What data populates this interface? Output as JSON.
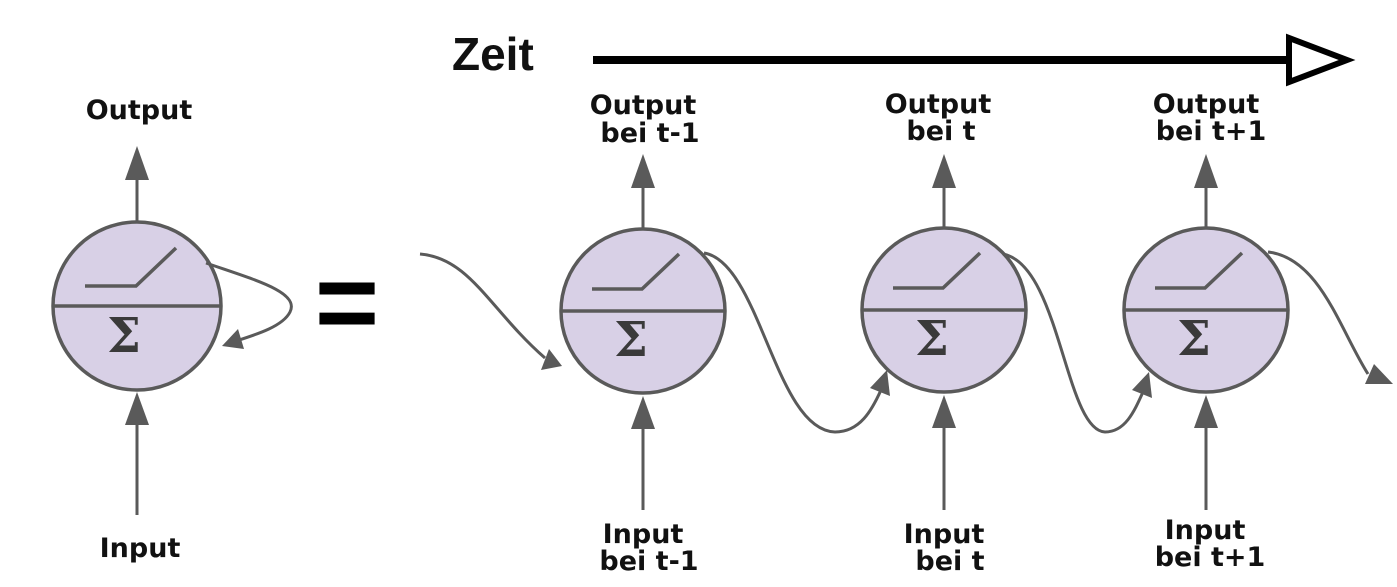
{
  "title": "Zeit",
  "equals_sign": "=",
  "sigma_symbol": "Σ",
  "colors": {
    "neuron_fill": "#d8d0e6",
    "stroke": "#5a5a5a",
    "text": "#111111",
    "time_arrow": "#000000"
  },
  "folded": {
    "output_label": "Output",
    "input_label": "Input"
  },
  "steps": [
    {
      "output_line1": "Output",
      "output_line2": "bei t-1",
      "input_line1": "Input",
      "input_line2": "bei t-1"
    },
    {
      "output_line1": "Output",
      "output_line2": "bei t",
      "input_line1": "Input",
      "input_line2": "bei t"
    },
    {
      "output_line1": "Output",
      "output_line2": "bei t+1",
      "input_line1": "Input",
      "input_line2": "bei t+1"
    }
  ]
}
